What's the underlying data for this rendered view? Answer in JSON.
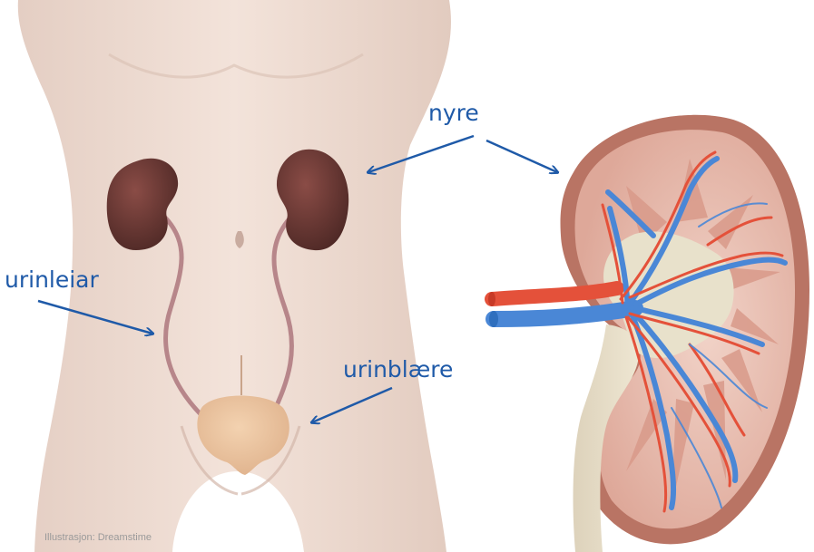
{
  "labels": {
    "kidney": "nyre",
    "ureter": "urinleiar",
    "bladder": "urinblære"
  },
  "credit": "Illustrasjon: Dreamstime",
  "colors": {
    "label_text": "#1f5aa8",
    "skin": "#efddd3",
    "kidney_organ": "#6e3a36",
    "ureter": "#b7868a",
    "bladder": "#e9c29e",
    "artery": "#e4513a",
    "vein": "#4a87d6",
    "cortex": "#b97464"
  }
}
